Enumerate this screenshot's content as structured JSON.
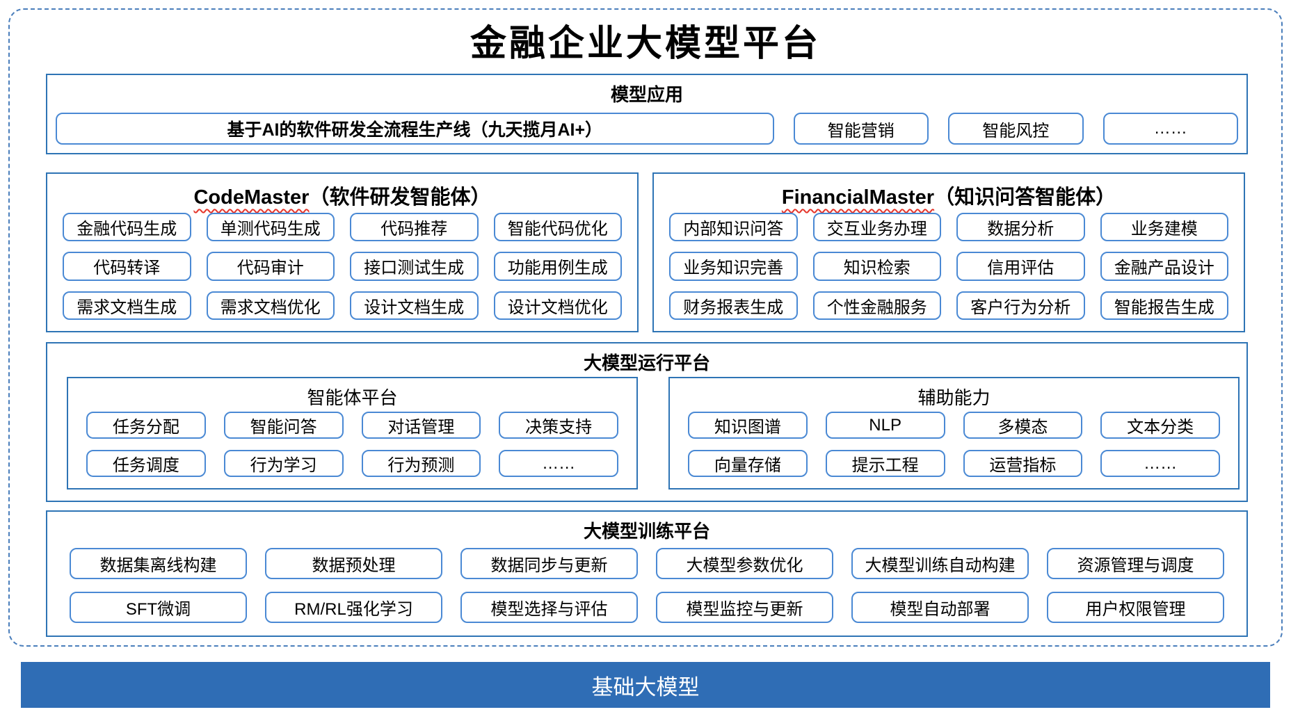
{
  "colors": {
    "dash-border": "#4a7ebb",
    "section-border": "#2e74b5",
    "chip-border": "#4a89d4",
    "wavy-underline": "#e5342a",
    "base-bar-bg": "#2f6db5",
    "base-bar-text": "#ffffff"
  },
  "title": "金融企业大模型平台",
  "model_app": {
    "title": "模型应用",
    "main_item": "基于AI的软件研发全流程生产线（九天揽月AI+）",
    "items": [
      "智能营销",
      "智能风控",
      "……"
    ]
  },
  "codemaster": {
    "title_en": "CodeMaster",
    "title_zh": "（软件研发智能体）",
    "items": [
      "金融代码生成",
      "单测代码生成",
      "代码推荐",
      "智能代码优化",
      "代码转译",
      "代码审计",
      "接口测试生成",
      "功能用例生成",
      "需求文档生成",
      "需求文档优化",
      "设计文档生成",
      "设计文档优化"
    ]
  },
  "financialmaster": {
    "title_en": "FinancialMaster",
    "title_zh": "（知识问答智能体）",
    "items": [
      "内部知识问答",
      "交互业务办理",
      "数据分析",
      "业务建模",
      "业务知识完善",
      "知识检索",
      "信用评估",
      "金融产品设计",
      "财务报表生成",
      "个性金融服务",
      "客户行为分析",
      "智能报告生成"
    ]
  },
  "run_platform": {
    "title": "大模型运行平台",
    "agent_platform": {
      "title": "智能体平台",
      "items": [
        "任务分配",
        "智能问答",
        "对话管理",
        "决策支持",
        "任务调度",
        "行为学习",
        "行为预测",
        "……"
      ]
    },
    "aux_ability": {
      "title": "辅助能力",
      "items": [
        "知识图谱",
        "NLP",
        "多模态",
        "文本分类",
        "向量存储",
        "提示工程",
        "运营指标",
        "……"
      ]
    }
  },
  "train_platform": {
    "title": "大模型训练平台",
    "items": [
      "数据集离线构建",
      "数据预处理",
      "数据同步与更新",
      "大模型参数优化",
      "大模型训练自动构建",
      "资源管理与调度",
      "SFT微调",
      "RM/RL强化学习",
      "模型选择与评估",
      "模型监控与更新",
      "模型自动部署",
      "用户权限管理"
    ]
  },
  "base_model": {
    "title": "基础大模型"
  }
}
